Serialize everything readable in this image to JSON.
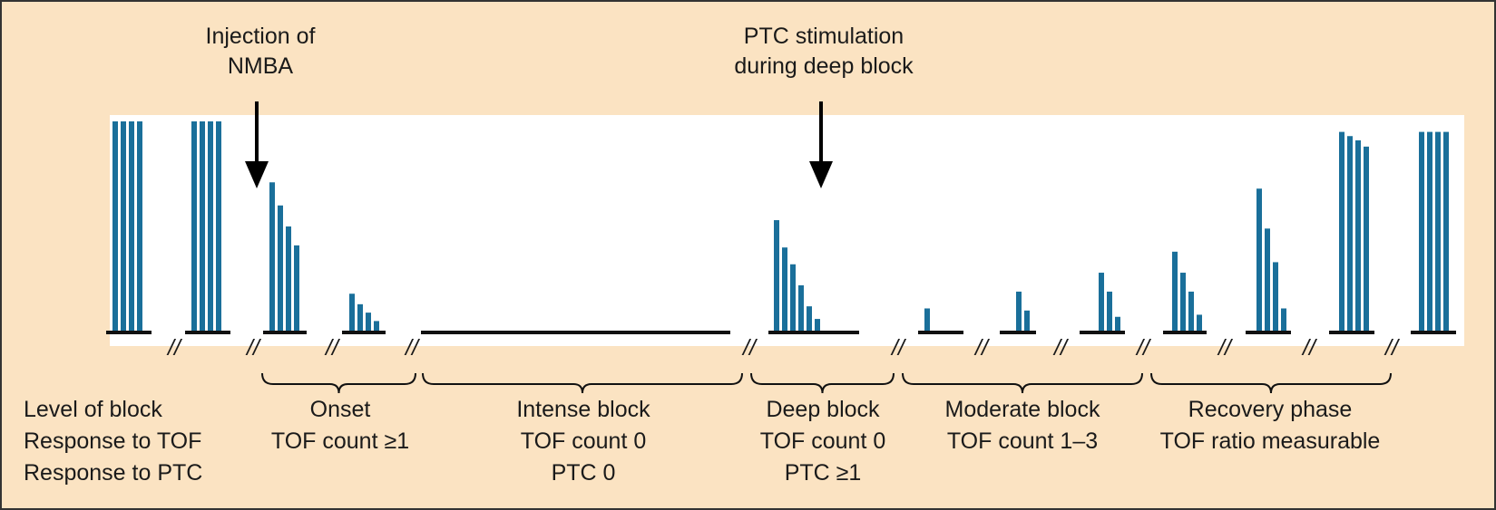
{
  "colors": {
    "background": "#fbe3c2",
    "panel": "#ffffff",
    "bar": "#1a6f9a",
    "line": "#111111"
  },
  "annotations": {
    "injection": [
      "Injection of",
      "NMBA"
    ],
    "ptc_stimulation": [
      "PTC stimulation",
      "during deep block"
    ]
  },
  "row_labels": [
    "Level of block",
    "Response to TOF",
    "Response to PTC"
  ],
  "phases": [
    {
      "name": "Onset",
      "tof": "TOF count ≥1",
      "ptc": ""
    },
    {
      "name": "Intense block",
      "tof": "TOF count 0",
      "ptc": "PTC 0"
    },
    {
      "name": "Deep block",
      "tof": "TOF count 0",
      "ptc": "PTC ≥1"
    },
    {
      "name": "Moderate block",
      "tof": "TOF count 1–3",
      "ptc": ""
    },
    {
      "name": "Recovery phase",
      "tof": "TOF ratio measurable",
      "ptc": ""
    }
  ],
  "break_symbol": "//",
  "stimulus_groups": [
    {
      "id": "baseline-1",
      "values": [
        100,
        100,
        100,
        100
      ]
    },
    {
      "id": "baseline-2",
      "values": [
        100,
        100,
        100,
        100
      ]
    },
    {
      "id": "onset-1",
      "values": [
        71,
        60,
        50,
        41
      ]
    },
    {
      "id": "onset-2",
      "values": [
        18,
        13,
        9,
        5
      ]
    },
    {
      "id": "intense-block",
      "values": []
    },
    {
      "id": "deep-block-ptc",
      "values": [
        53,
        40,
        32,
        22,
        12,
        6
      ]
    },
    {
      "id": "moderate-1",
      "values": [
        11
      ]
    },
    {
      "id": "moderate-2",
      "values": [
        19,
        10
      ]
    },
    {
      "id": "moderate-3",
      "values": [
        28,
        19,
        7
      ]
    },
    {
      "id": "recovery-1",
      "values": [
        38,
        28,
        19,
        8
      ]
    },
    {
      "id": "recovery-2",
      "values": [
        68,
        49,
        33,
        11
      ]
    },
    {
      "id": "recovery-3",
      "values": [
        95,
        93,
        91,
        88
      ]
    },
    {
      "id": "recovery-4",
      "values": [
        95,
        95,
        95,
        95
      ]
    }
  ]
}
